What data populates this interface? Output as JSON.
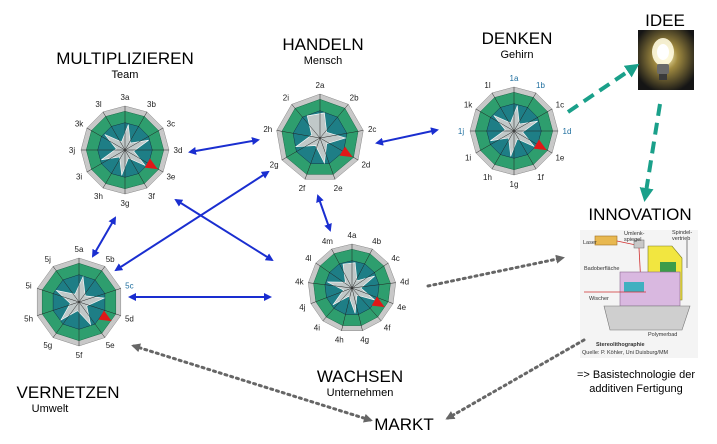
{
  "nodes": {
    "multiplizieren": {
      "title": "MULTIPLIZIEREN",
      "subtitle": "Team",
      "labels": [
        "3a",
        "3b",
        "3c",
        "3d",
        "3e",
        "3f",
        "3g",
        "3h",
        "3i",
        "3j",
        "3k",
        "3l"
      ]
    },
    "handeln": {
      "title": "HANDELN",
      "subtitle": "Mensch",
      "labels": [
        "2a",
        "2b",
        "2c",
        "2d",
        "2e",
        "2f",
        "2g",
        "2h",
        "2i"
      ]
    },
    "denken": {
      "title": "DENKEN",
      "subtitle": "Gehirn",
      "labels": [
        "1a",
        "1b",
        "1c",
        "1d",
        "1e",
        "1f",
        "1g",
        "1h",
        "1i",
        "1j",
        "1k",
        "1l"
      ]
    },
    "vernetzen": {
      "title": "VERNETZEN",
      "subtitle": "Umwelt",
      "labels": [
        "5a",
        "5b",
        "5c",
        "5d",
        "5e",
        "5f",
        "5g",
        "5h",
        "5i",
        "5j"
      ]
    },
    "wachsen": {
      "title": "WACHSEN",
      "subtitle": "Unternehmen",
      "labels": [
        "4a",
        "4b",
        "4c",
        "4d",
        "4e",
        "4f",
        "4g",
        "4h",
        "4i",
        "4j",
        "4k",
        "4l",
        "4m"
      ]
    }
  },
  "idee": {
    "title": "IDEE"
  },
  "innovation": {
    "title": "INNOVATION",
    "figure_labels": {
      "laser": "Laser",
      "umlenkspiegel": "Umlenk-\nspiegel",
      "spindelvertrieb": "Spindel-\nvertrieb",
      "badoberflaeche": "Badoberfläche",
      "wischer": "Wischer",
      "polymerbad": "Polymerbad",
      "caption_title": "Stereolithographie",
      "caption_source": "Quelle: P. Köhler, Uni Duisburg/MM"
    },
    "note_line1": "=> Basistechnologie der",
    "note_line2": "additiven Fertigung"
  },
  "markt": {
    "title": "MARKT"
  },
  "colors": {
    "green": "#2e9e6e",
    "teal": "#1e7e86",
    "red": "#e01818",
    "grey": "#c8c8c8",
    "blue_arrow": "#1a2ed0",
    "teal_arrow": "#1aa08a",
    "dotted_arrow": "#666666"
  }
}
